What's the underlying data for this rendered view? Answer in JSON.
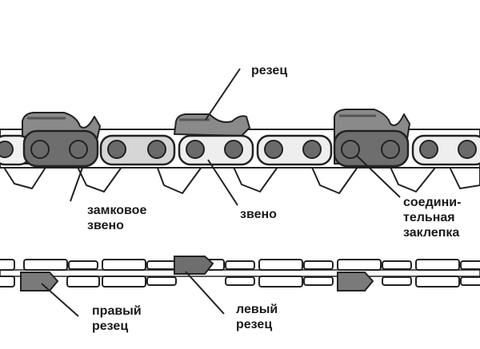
{
  "labels": {
    "cutter": "резец",
    "connecting_link_line1": "замковое",
    "connecting_link_line2": "звено",
    "drive_link": "звено",
    "rivet_line1": "соедини-",
    "rivet_line2": "тельная",
    "rivet_line3": "заклепка",
    "right_cutter_line1": "правый",
    "right_cutter_line2": "резец",
    "left_cutter_line1": "левый",
    "left_cutter_line2": "резец"
  }
}
